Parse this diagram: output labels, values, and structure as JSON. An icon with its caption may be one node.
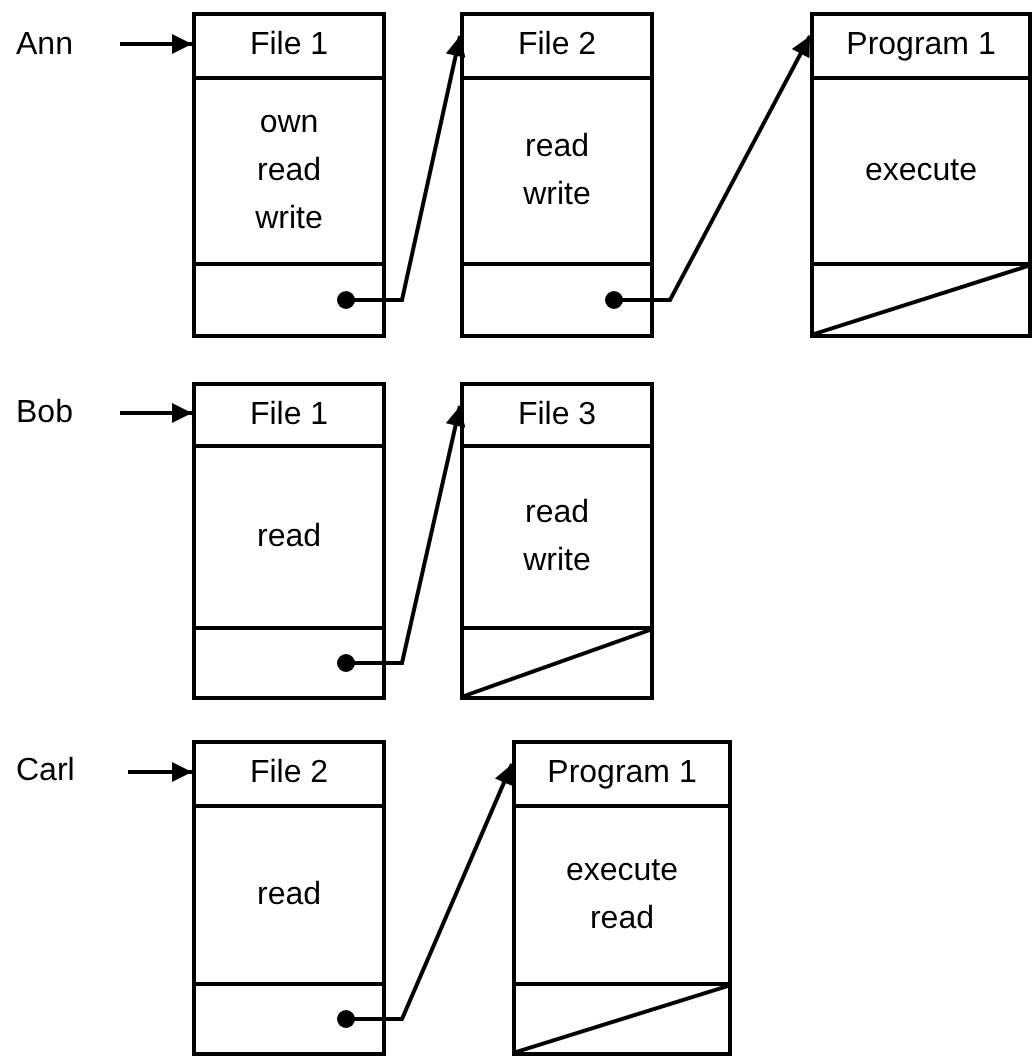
{
  "diagram": {
    "nodes": [
      {
        "text": [
          "Ann"
        ]
      },
      {
        "text": [
          "File 1",
          "own read write"
        ]
      },
      {
        "text": [
          "File 2",
          "read write"
        ]
      },
      {
        "text": [
          "Program 1",
          "execute"
        ]
      },
      {
        "text": [
          "Bob"
        ]
      },
      {
        "text": [
          "File 1",
          "read"
        ]
      },
      {
        "text": [
          "File 3",
          "read write"
        ]
      },
      {
        "text": [
          "Carl"
        ]
      },
      {
        "text": [
          "File 2",
          "read"
        ]
      },
      {
        "text": [
          "Program 1",
          "execute read"
        ]
      }
    ],
    "edges": [
      {
        "from": 0,
        "to": 1,
        "arrow": "to"
      },
      {
        "from": 1,
        "to": 2,
        "arrow": "to"
      },
      {
        "from": 2,
        "to": 3,
        "arrow": "to"
      },
      {
        "from": 4,
        "to": 5,
        "arrow": "to"
      },
      {
        "from": 5,
        "to": 6,
        "arrow": "to"
      },
      {
        "from": 7,
        "to": 8,
        "arrow": "to"
      },
      {
        "from": 8,
        "to": 9,
        "arrow": "to"
      }
    ]
  }
}
